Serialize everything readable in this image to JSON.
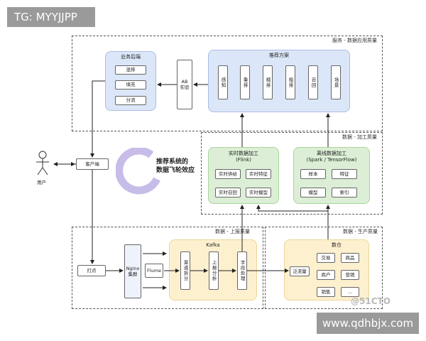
{
  "watermarks": {
    "top": "TG: MYYJJPP",
    "bottom": "www.qdhbjx.com",
    "logo": "@51CTO"
  },
  "regions": {
    "service": "服务 - 数据应用质量",
    "process": "数据 - 加工质量",
    "upload": "数据 - 上报质量",
    "produce": "数据 - 生产质量"
  },
  "business": {
    "title": "业务后端",
    "items": [
      "混排",
      "填充",
      "分流"
    ]
  },
  "ab": {
    "label": "AB\n实验"
  },
  "recommend": {
    "title": "推荐方案",
    "items": [
      "感知",
      "重排",
      "精排",
      "粗排",
      "召回",
      "场景"
    ]
  },
  "realtime": {
    "title": "实时数据加工\n(Flink)",
    "items": [
      "实时供给",
      "实时特征",
      "实时召回",
      "实时模型"
    ]
  },
  "offline": {
    "title": "离线数据加工\n(Spark / TensorFlow)",
    "items": [
      "样本",
      "特征",
      "模型",
      "索引"
    ]
  },
  "user": {
    "label": "用户"
  },
  "client": {
    "label": "客户端"
  },
  "flywheel": {
    "line1": "推荐系统的",
    "line2": "数据飞轮效应"
  },
  "tracking": {
    "label": "打点"
  },
  "nginx": {
    "label": "Nginx\n集群"
  },
  "flume": {
    "label": "Flume"
  },
  "kafka": {
    "title": "Kafka",
    "items": [
      "渠道拆分",
      "上报分析",
      "字段处理"
    ]
  },
  "warehouse": {
    "title": "数仓",
    "flow": "泛流量",
    "items": [
      "交易",
      "商品",
      "商户",
      "营销",
      "销售",
      "..."
    ]
  },
  "colors": {
    "blue": "#dbe6f8",
    "green": "#dcefd6",
    "yellow": "#fdf0cf",
    "ring": "#c8bde8"
  }
}
